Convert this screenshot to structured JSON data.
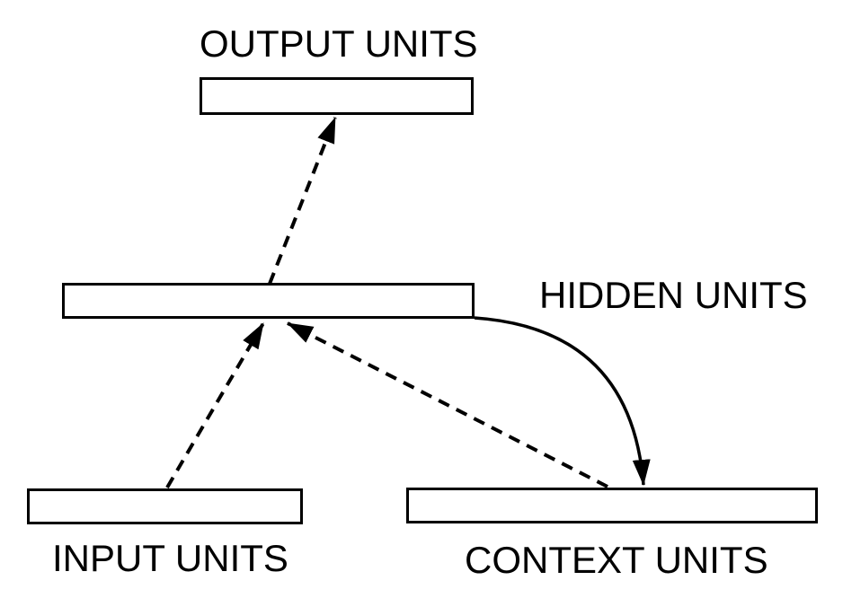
{
  "diagram": {
    "nodes": {
      "output": {
        "label": "OUTPUT UNITS"
      },
      "hidden": {
        "label": "HIDDEN UNITS"
      },
      "input": {
        "label": "INPUT UNITS"
      },
      "context": {
        "label": "CONTEXT UNITS"
      }
    },
    "edges": [
      {
        "from": "hidden",
        "to": "output",
        "style": "dashed"
      },
      {
        "from": "input",
        "to": "hidden",
        "style": "dashed"
      },
      {
        "from": "context",
        "to": "hidden",
        "style": "dashed"
      },
      {
        "from": "hidden",
        "to": "context",
        "style": "solid-curved"
      }
    ],
    "colors": {
      "line": "#000000",
      "background": "#ffffff"
    }
  }
}
